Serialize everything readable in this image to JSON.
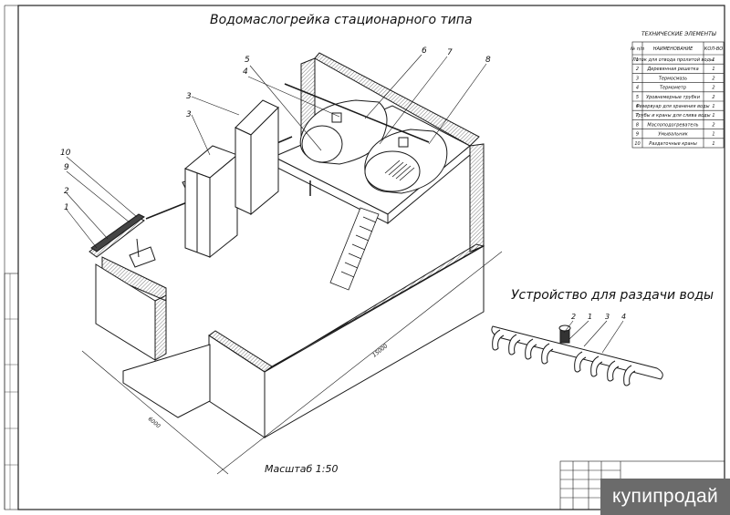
{
  "title": "Водомаслогрейка стационарного типа",
  "subtitle": "Устройство для раздачи воды",
  "scale": "Масштаб 1:50",
  "dimensions": {
    "length": "15000",
    "width": "6000"
  },
  "spec_table": {
    "caption": "ТЕХНИЧЕСКИЕ ЭЛЕМЕНТЫ",
    "headers": [
      "№ п/п",
      "НАИМЕНОВАНИЕ",
      "КОЛ-ВО"
    ],
    "rows": [
      [
        "1",
        "Лоток для отвода пролитой воды",
        "1"
      ],
      [
        "2",
        "Деревянная решетка",
        "1"
      ],
      [
        "3",
        "Термосмазь",
        "2"
      ],
      [
        "4",
        "Термометр",
        "2"
      ],
      [
        "5",
        "Уровнемерные трубки",
        "2"
      ],
      [
        "6",
        "Резервуар для хранения воды",
        "1"
      ],
      [
        "7",
        "Трубы и краны для слива воды",
        "1"
      ],
      [
        "8",
        "Маслоподогреватель",
        "2"
      ],
      [
        "9",
        "Умывальник",
        "1"
      ],
      [
        "10",
        "Раздаточные краны",
        "1"
      ]
    ]
  },
  "main_callouts": [
    "5",
    "4",
    "6",
    "7",
    "8",
    "3",
    "3",
    "10",
    "9",
    "2",
    "1"
  ],
  "sub_callouts": [
    "2",
    "1",
    "3",
    "4"
  ],
  "watermark": "купипродай",
  "colors": {
    "ink": "#1a1a1a",
    "hatch": "#444444",
    "watermark_bg": "#6b6b6b"
  }
}
